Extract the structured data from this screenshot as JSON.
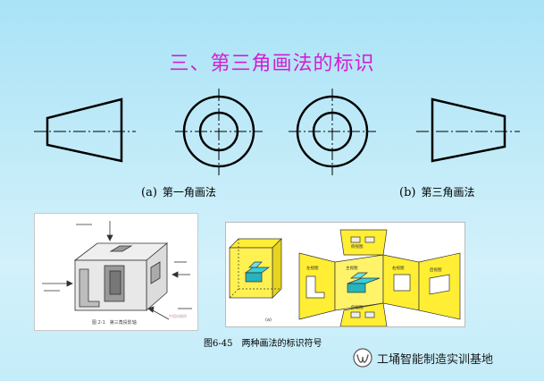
{
  "slide": {
    "title": "三、第三角画法的标识",
    "label_a": "(a)",
    "caption_a": "第一角画法",
    "label_b": "(b)",
    "caption_b": "第三角画法",
    "left_photo": {
      "caption": "图 2-1　第三角投影轴",
      "small_note": "中国机械网"
    },
    "right_photo": {
      "sub_label": "(a)",
      "labels": [
        "俯视图",
        "左视图",
        "主视图",
        "右视图",
        "后视图",
        "仰视图"
      ],
      "colors": {
        "fill": "#ffee33",
        "shape": "#36d1d8"
      }
    },
    "figure_caption": "图6-45　两种画法的标识符号",
    "watermark": {
      "icon": "wechat-channel-icon",
      "text": "工埇智能制造实训基地"
    }
  }
}
